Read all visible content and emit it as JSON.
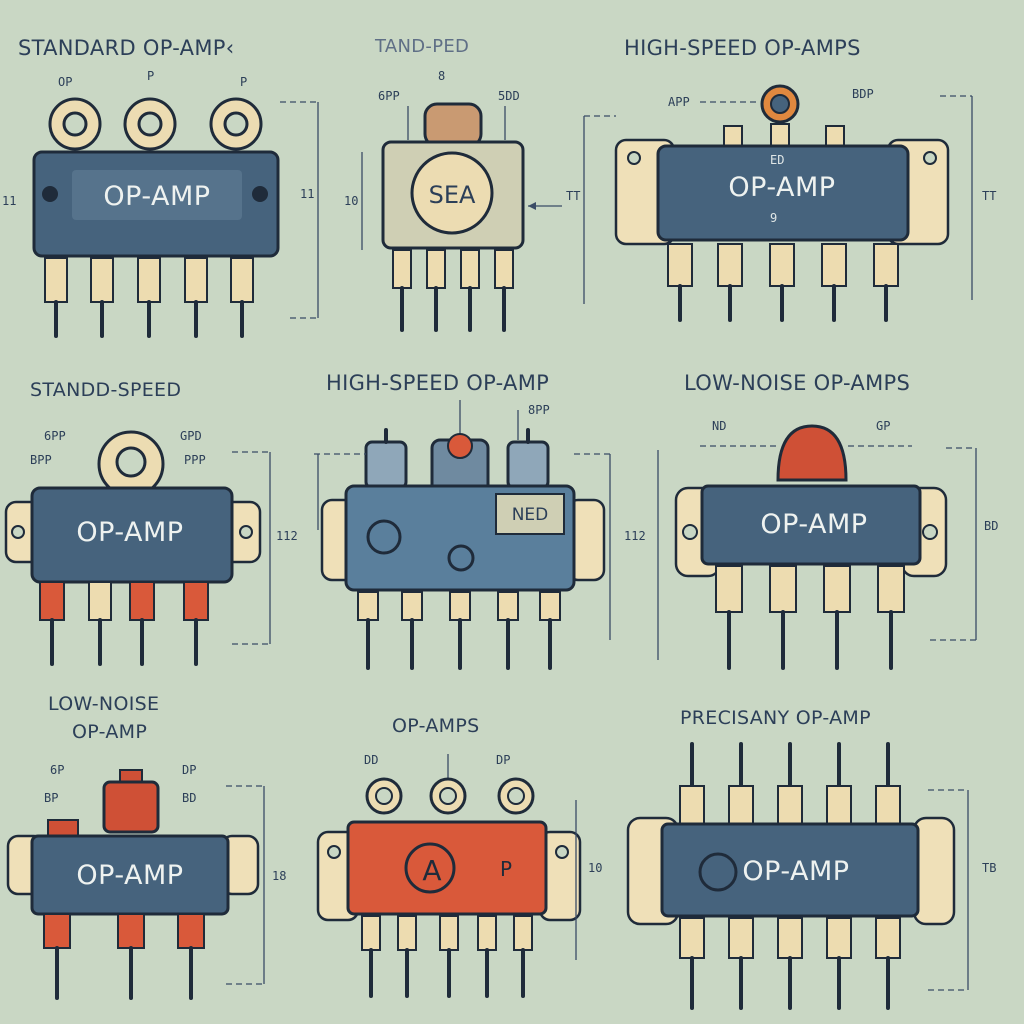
{
  "panels": [
    {
      "title": "STANDARD OP-AMP‹",
      "chip_label": "OP-AMP",
      "callouts": [
        "OP",
        "P",
        "P"
      ],
      "dimension": "11"
    },
    {
      "title": "TAND-PED",
      "chip_label": "",
      "body_text": "SEA",
      "callouts": [
        "8",
        "6PP",
        "5DD"
      ],
      "dimension": "10"
    },
    {
      "title": "HIGH-SPEED OP-AMPS",
      "chip_label": "OP-AMP",
      "body_text": "ED",
      "body_text_2": "9",
      "callouts": [
        "APP",
        "BDP"
      ],
      "dimension": "TT"
    },
    {
      "title": "STANDD-SPEED",
      "chip_label": "OP-AMP",
      "callouts": [
        "6PP",
        "BPP",
        "GPD",
        "PPP"
      ],
      "dimension": "112"
    },
    {
      "title": "HIGH-SPEED OP-AMP",
      "chip_label": "",
      "body_text": "NED",
      "callouts": [
        "8PP"
      ],
      "dimension": "112"
    },
    {
      "title": "LOW-NOISE OP-AMPS",
      "chip_label": "OP-AMP",
      "callouts": [
        "ND",
        "GP"
      ],
      "dimension": "BD"
    },
    {
      "title": "LOW-NOISE\nOP-AMP",
      "chip_label": "OP-AMP",
      "callouts": [
        "6P",
        "BP",
        "DP",
        "BD"
      ],
      "dimension": "18"
    },
    {
      "title": "OP-AMPS",
      "chip_label": "",
      "body_text": "A",
      "body_text_2": "P",
      "callouts": [
        "DD",
        "DP"
      ],
      "dimension": "10"
    },
    {
      "title": "PRECISANY OP-AMP",
      "chip_label": "OP-AMP",
      "callouts": [],
      "dimension": "TB"
    }
  ],
  "colors": {
    "background": "#c9d7c4",
    "chip_blue": "#46637d",
    "chip_red": "#d9593a",
    "pin_beige": "#eddcb0",
    "accent_red": "#cf5036",
    "outline": "#1f2b3a"
  }
}
